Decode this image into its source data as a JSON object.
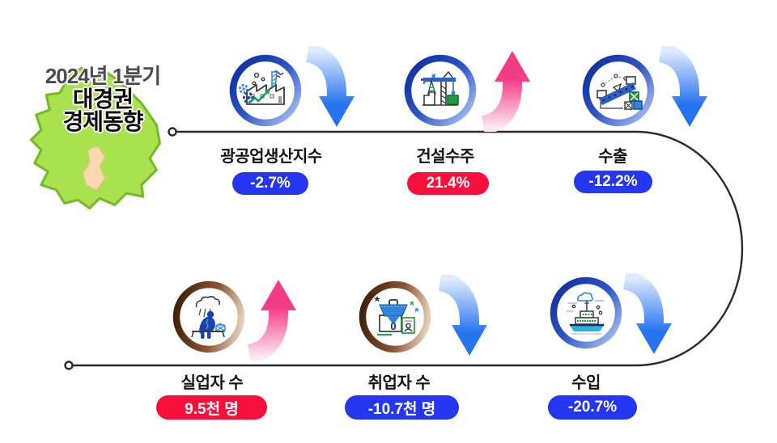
{
  "header": {
    "period": "2024년 1분기",
    "region": "대경권",
    "subject": "경제동향"
  },
  "indicators": [
    {
      "label": "광공업생산지수",
      "value": "-2.7%",
      "direction": "down",
      "badge_color": "#2436f0",
      "icon": "factory-icon"
    },
    {
      "label": "건설수주",
      "value": "21.4%",
      "direction": "up",
      "badge_color": "#f8103c",
      "icon": "crane-icon"
    },
    {
      "label": "수출",
      "value": "-12.2%",
      "direction": "down",
      "badge_color": "#2436f0",
      "icon": "conveyor-icon"
    },
    {
      "label": "실업자 수",
      "value": "9.5천 명",
      "direction": "up",
      "badge_color": "#f8103c",
      "icon": "unemployed-person-icon"
    },
    {
      "label": "취업자 수",
      "value": "-10.7천 명",
      "direction": "down",
      "badge_color": "#2436f0",
      "icon": "briefcase-icon"
    },
    {
      "label": "수입",
      "value": "-20.7%",
      "direction": "down",
      "badge_color": "#2436f0",
      "icon": "ship-icon"
    }
  ],
  "colors": {
    "up_arrow": "#f43b86",
    "down_arrow": "#2673f0",
    "connector": "#2b2b2b",
    "map_fill": "#a9e14f",
    "map_stroke": "#76ba2c",
    "map_daegu_fill": "#fbd9ae",
    "ring_blue": "#10309e",
    "ring_brown": "#45230d"
  },
  "chart_data": {
    "type": "table",
    "title": "2024년 1분기 대경권 경제동향",
    "categories": [
      "광공업생산지수",
      "건설수주",
      "수출",
      "실업자 수",
      "취업자 수",
      "수입"
    ],
    "values": [
      "-2.7%",
      "21.4%",
      "-12.2%",
      "9.5천 명",
      "-10.7천 명",
      "-20.7%"
    ],
    "directions": [
      "down",
      "up",
      "down",
      "up",
      "down",
      "down"
    ]
  }
}
